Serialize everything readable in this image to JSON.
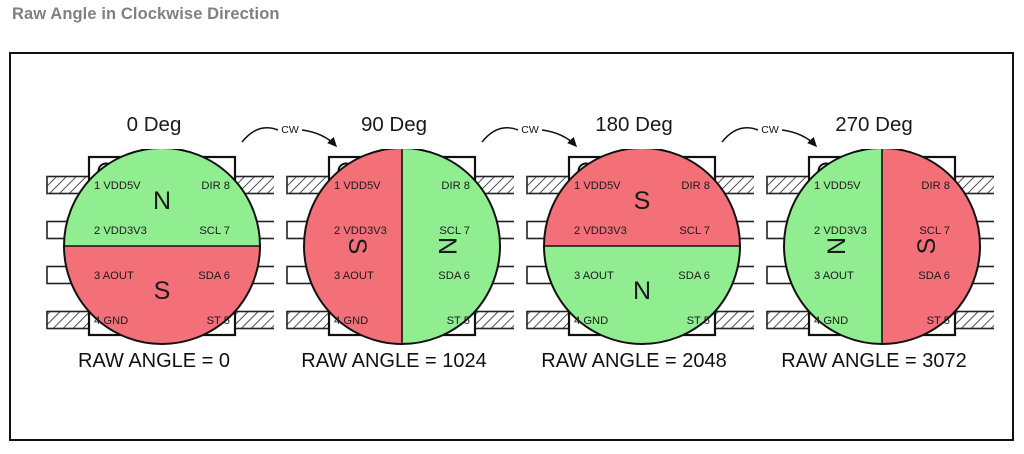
{
  "page": {
    "title": "Raw Angle in Clockwise Direction"
  },
  "colors": {
    "north_pole": "#90EE90",
    "south_pole": "#F47079",
    "title_gray": "#808080",
    "outline": "#111111",
    "frame": "#111111"
  },
  "chip": {
    "pins_left": [
      {
        "number": "1",
        "name": "VDD5V",
        "label": "1 VDD5V",
        "hatched": true
      },
      {
        "number": "2",
        "name": "VDD3V3",
        "label": "2 VDD3V3",
        "hatched": false
      },
      {
        "number": "3",
        "name": "AOUT",
        "label": "3 AOUT",
        "hatched": false
      },
      {
        "number": "4",
        "name": "GND",
        "label": "4 GND",
        "hatched": true
      }
    ],
    "pins_right": [
      {
        "number": "8",
        "name": "DIR",
        "label": "DIR 8",
        "hatched": true
      },
      {
        "number": "7",
        "name": "SCL",
        "label": "SCL 7",
        "hatched": false
      },
      {
        "number": "6",
        "name": "SDA",
        "label": "SDA 6",
        "hatched": false
      },
      {
        "number": "5",
        "name": "ST",
        "label": "ST 5",
        "hatched": true
      }
    ],
    "pole_north_label": "N",
    "pole_south_label": "S"
  },
  "arrows": {
    "label": "CW",
    "count": 3
  },
  "panels": [
    {
      "degree_label": "0 Deg",
      "raw_angle_caption": "RAW ANGLE = 0",
      "raw_angle_value": 0,
      "angle_deg": 0,
      "magnet_split": "horizontal",
      "north_position": "top",
      "south_position": "bottom",
      "letter_rotation": 0
    },
    {
      "degree_label": "90 Deg",
      "raw_angle_caption": "RAW ANGLE = 1024",
      "raw_angle_value": 1024,
      "angle_deg": 90,
      "magnet_split": "vertical",
      "north_position": "right",
      "south_position": "left",
      "letter_rotation": 90
    },
    {
      "degree_label": "180 Deg",
      "raw_angle_caption": "RAW ANGLE = 2048",
      "raw_angle_value": 2048,
      "angle_deg": 180,
      "magnet_split": "horizontal",
      "north_position": "bottom",
      "south_position": "top",
      "letter_rotation": 0
    },
    {
      "degree_label": "270 Deg",
      "raw_angle_caption": "RAW ANGLE = 3072",
      "raw_angle_value": 3072,
      "angle_deg": 270,
      "magnet_split": "vertical",
      "north_position": "left",
      "south_position": "right",
      "letter_rotation": -90
    }
  ]
}
